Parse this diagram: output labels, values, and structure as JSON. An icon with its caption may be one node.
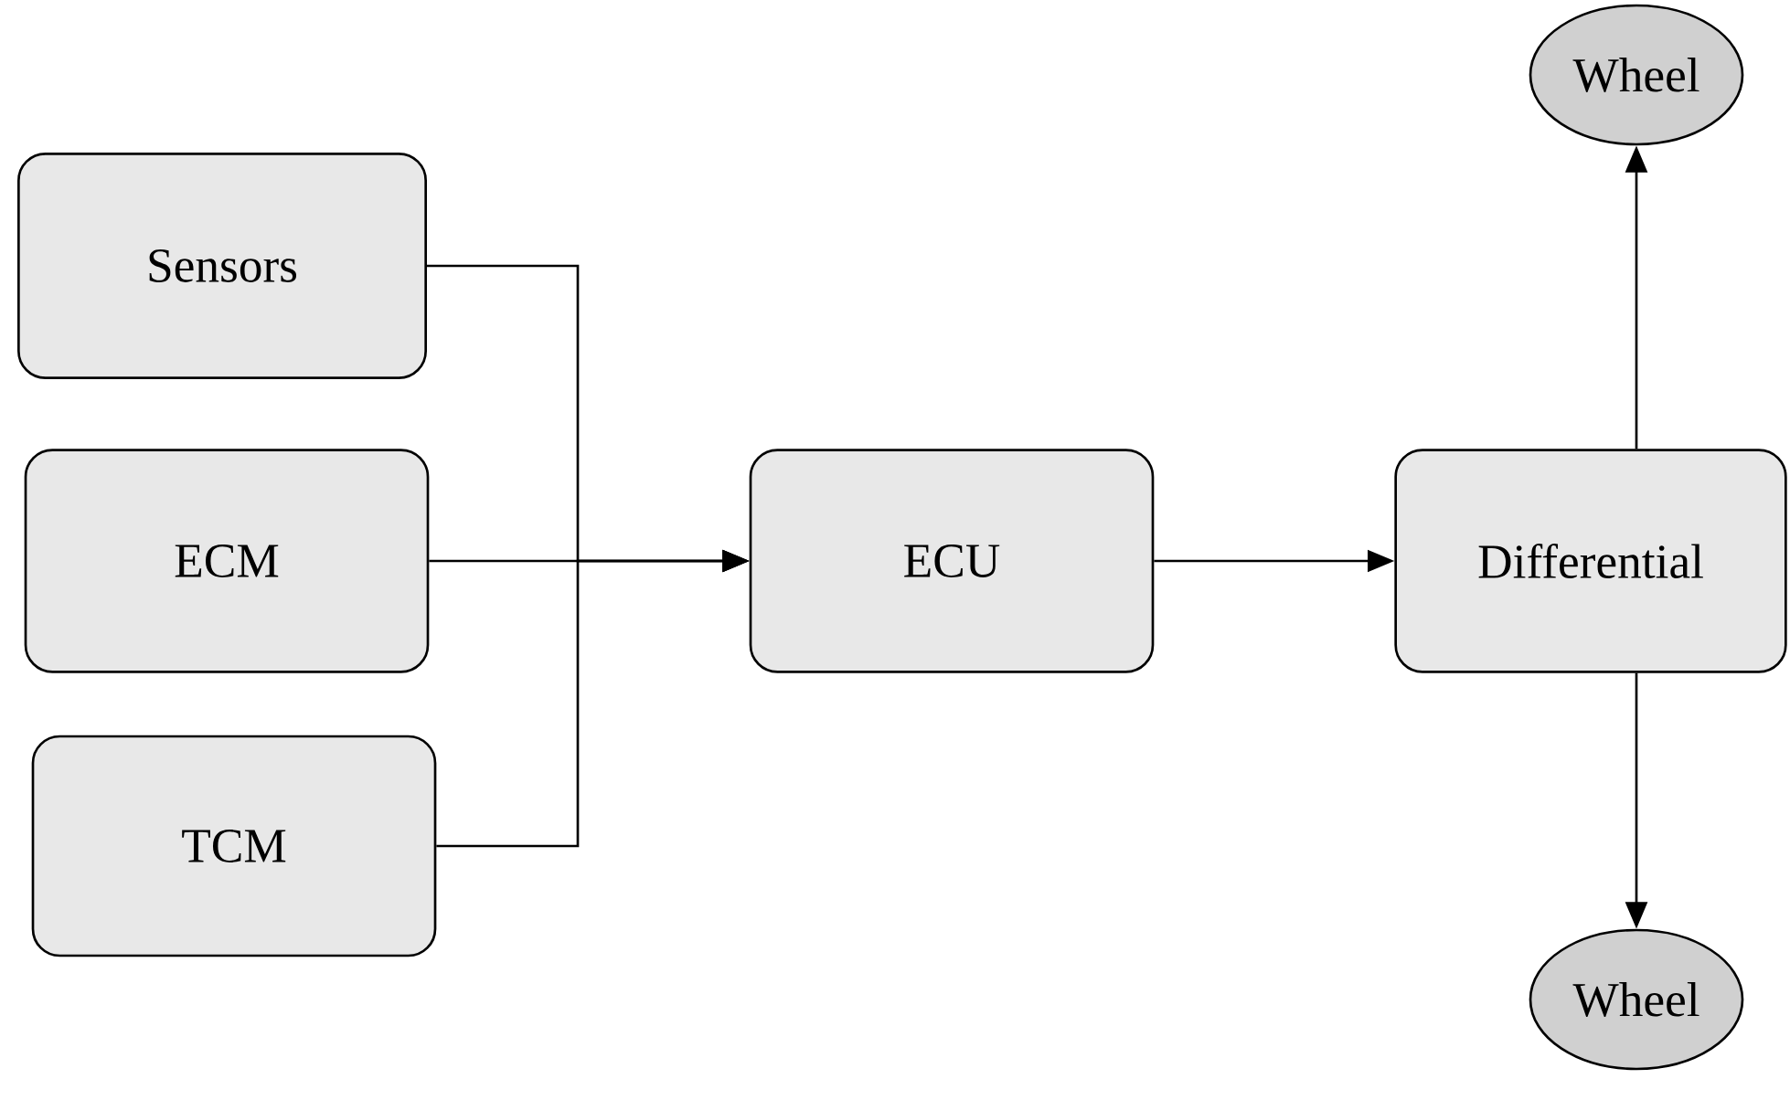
{
  "diagram": {
    "nodes": [
      {
        "text": [
          "Sensors"
        ]
      },
      {
        "text": [
          "ECM"
        ]
      },
      {
        "text": [
          "TCM"
        ]
      },
      {
        "text": [
          "ECU"
        ]
      },
      {
        "text": [
          "Differential"
        ]
      },
      {
        "text": [
          "Wheel"
        ]
      },
      {
        "text": [
          "Wheel"
        ]
      }
    ],
    "edges": [
      {
        "from": 0,
        "to": 3,
        "arrow": "to"
      },
      {
        "from": 1,
        "to": 3,
        "arrow": "to"
      },
      {
        "from": 2,
        "to": 3,
        "arrow": "to"
      },
      {
        "from": 3,
        "to": 4,
        "arrow": "to"
      },
      {
        "from": 4,
        "to": 5,
        "arrow": "to"
      },
      {
        "from": 4,
        "to": 6,
        "arrow": "to"
      }
    ]
  }
}
